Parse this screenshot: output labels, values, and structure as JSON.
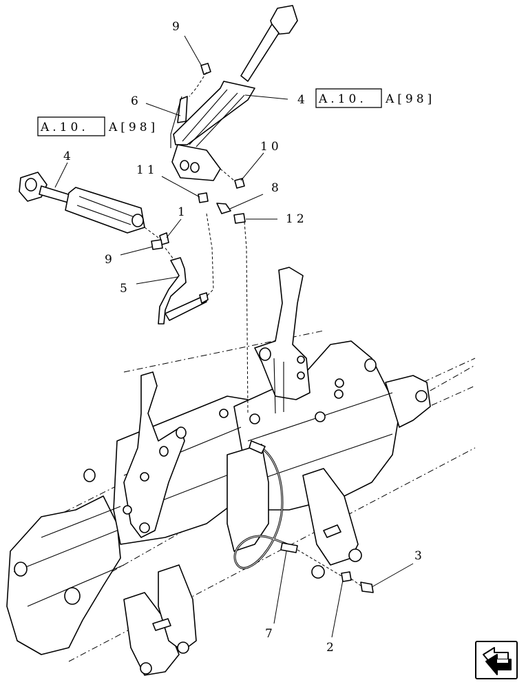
{
  "callouts": {
    "c9_top": "9",
    "c6": "6",
    "c4_top": "4",
    "c10": "10",
    "c11": "11",
    "c8": "8",
    "c12": "12",
    "c4_left": "4",
    "c1": "1",
    "c9_left": "9",
    "c5": "5",
    "c3": "3",
    "c7": "7",
    "c2": "2"
  },
  "references": {
    "ref_right": {
      "box": "A.10.",
      "suffix": "A[98]"
    },
    "ref_left": {
      "box": "A.10.",
      "suffix": "A[98]"
    }
  },
  "navigation": {
    "icon": "return-arrow-icon"
  }
}
